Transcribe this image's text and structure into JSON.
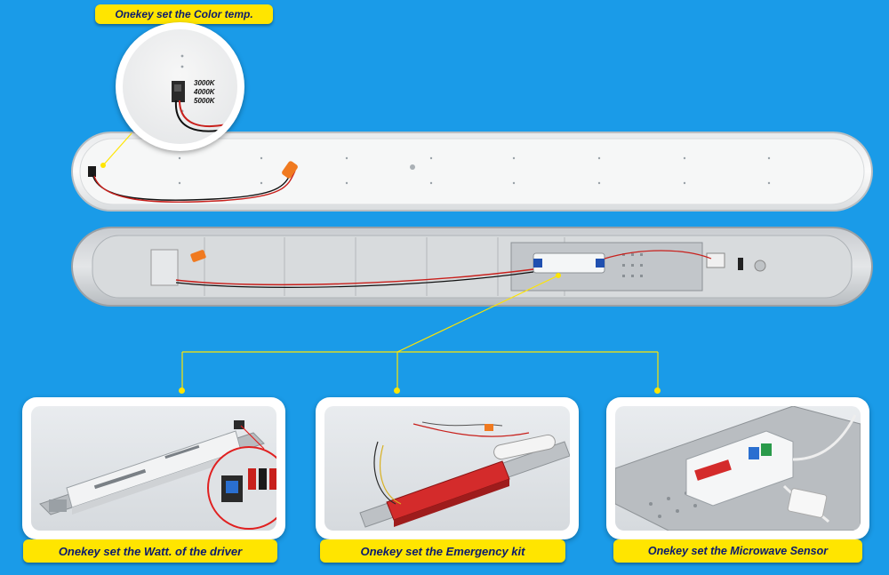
{
  "color_temp": {
    "label": "Onekey set the Color temp.",
    "options": [
      "3000K",
      "4000K",
      "5000K"
    ]
  },
  "features": [
    {
      "label": "Onekey set the Watt. of the driver"
    },
    {
      "label": "Onekey set  the Emergency kit"
    },
    {
      "label": "Onekey set the Microwave Sensor"
    }
  ],
  "colors": {
    "background": "#1a9be8",
    "label_bg": "#ffe500",
    "label_text": "#0a1a6e",
    "callout_ring": "#e02020"
  }
}
